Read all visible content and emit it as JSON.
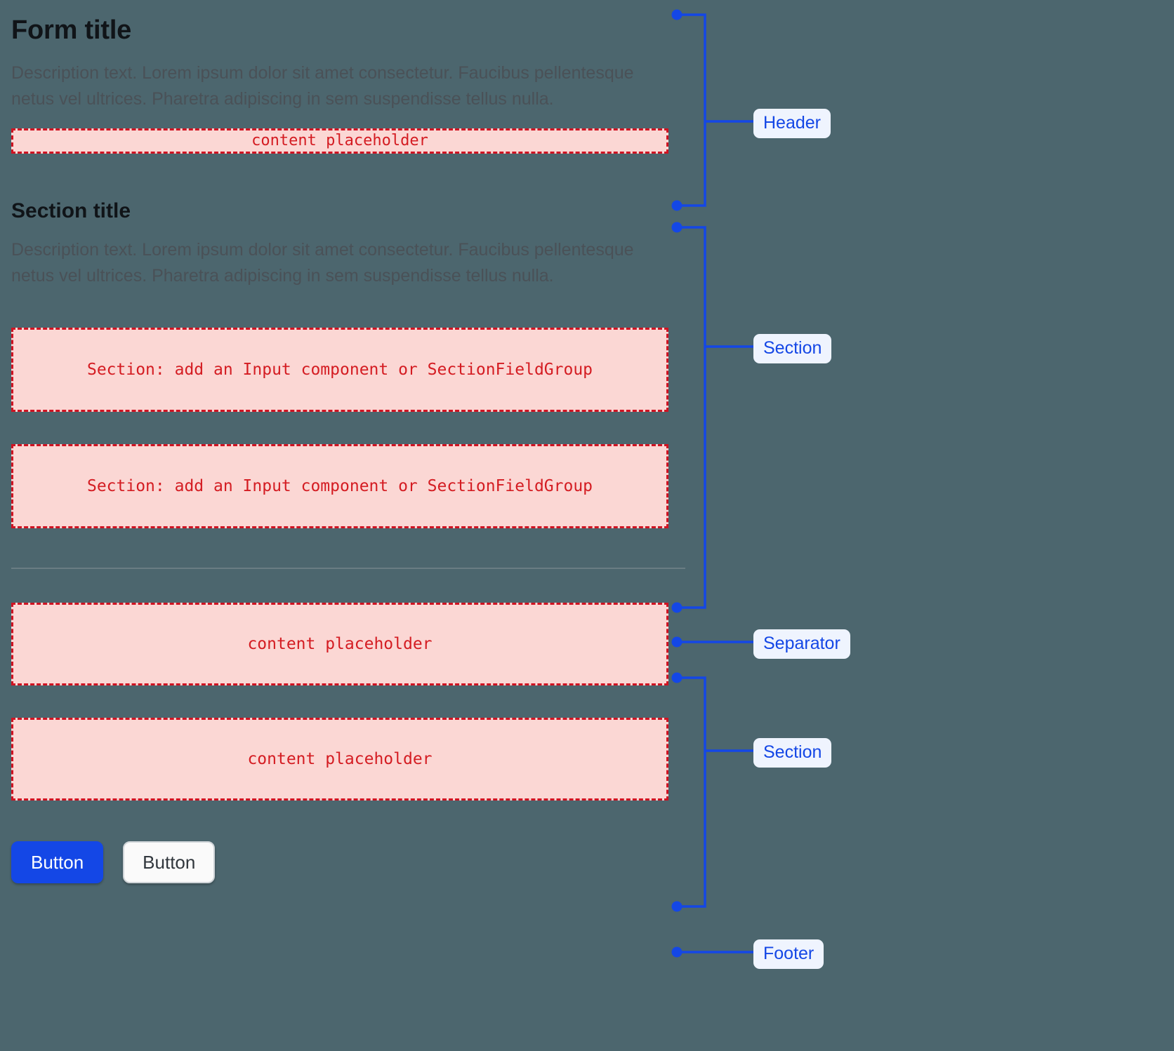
{
  "page": {
    "background_color": "#4c666e",
    "accent_color": "#1447e6",
    "placeholder_color": "#d41c22",
    "placeholder_bg": "#fbd7d4"
  },
  "header": {
    "title": "Form title",
    "description": "Description text. Lorem ipsum dolor sit amet consectetur. Faucibus pellentesque netus vel ultrices. Pharetra adipiscing in sem suspendisse tellus nulla.",
    "placeholder": "content placeholder"
  },
  "section": {
    "title": "Section title",
    "description": "Description text. Lorem ipsum dolor sit amet consectetur. Faucibus pellentesque netus vel ultrices. Pharetra adipiscing in sem suspendisse tellus nulla.",
    "field_placeholder_1": "Section: add an Input component or SectionFieldGroup",
    "field_placeholder_2": "Section: add an Input component or SectionFieldGroup"
  },
  "section_two": {
    "placeholder_1": "content placeholder",
    "placeholder_2": "content placeholder"
  },
  "footer": {
    "primary_button": "Button",
    "secondary_button": "Button"
  },
  "annotations": {
    "header": "Header",
    "section_one": "Section",
    "separator": "Separator",
    "section_two": "Section",
    "footer": "Footer"
  }
}
